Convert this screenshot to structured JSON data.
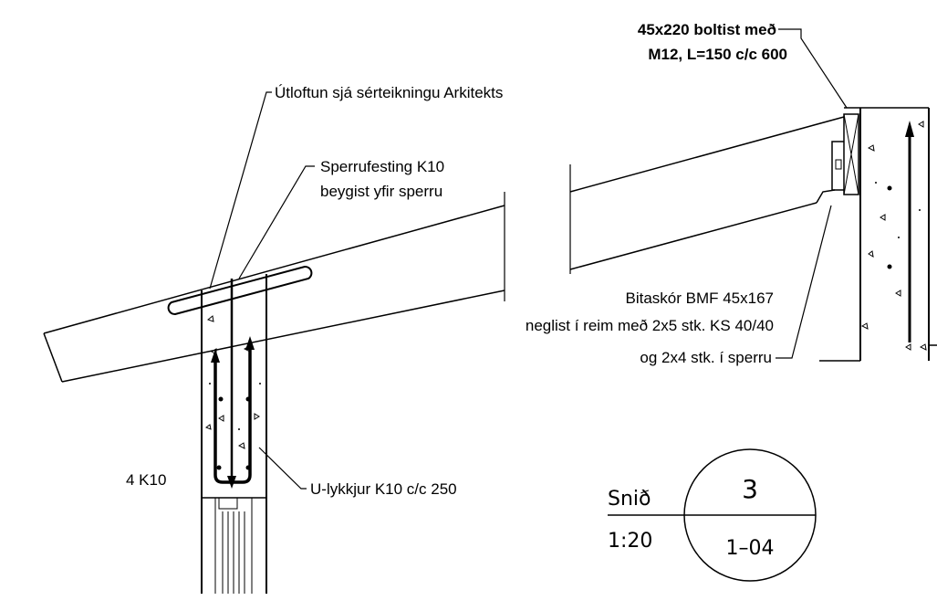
{
  "labels": {
    "bolt_line1": "45x220 boltist með",
    "bolt_line2": "M12, L=150 c/c 600",
    "ventilation": "Útloftun sjá sérteikningu Arkitekts",
    "rafter_fix_line1": "Sperrufesting K10",
    "rafter_fix_line2": "beygist yfir sperru",
    "hanger_line1": "Bitaskór BMF 45x167",
    "hanger_line2": "neglist í reim með 2x5 stk. KS 40/40",
    "hanger_line3": "og 2x4 stk. í sperru",
    "rebar_count": "4 K10",
    "u_loops": "U-lykkjur K10 c/c 250"
  },
  "section_marker": {
    "word": "Snið",
    "scale": "1:20",
    "number": "3",
    "sheet": "1–04"
  }
}
